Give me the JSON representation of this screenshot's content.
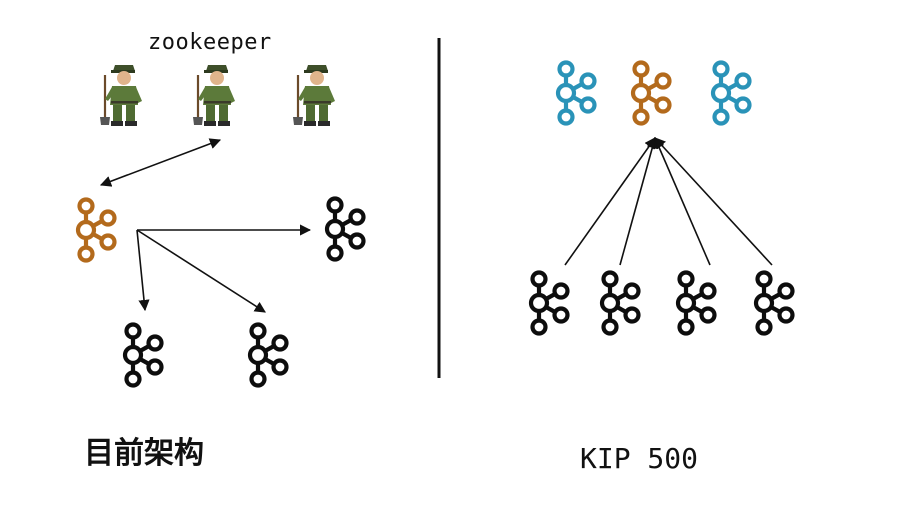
{
  "labels": {
    "zookeeper": "zookeeper",
    "current_architecture": "目前架构",
    "kip": "KIP 500"
  },
  "colors": {
    "black_node": "#0d0d0d",
    "orange_node": "#b36a1c",
    "blue_node": "#2a93b8",
    "arrow": "#111111",
    "divider": "#111111",
    "keeper_uniform": "#5c7a3a",
    "keeper_cap": "#3e4f2a",
    "keeper_skin": "#e0b48c"
  },
  "icons": {
    "node": "kafka-node-icon",
    "keeper": "zookeeper-keeper-icon"
  }
}
